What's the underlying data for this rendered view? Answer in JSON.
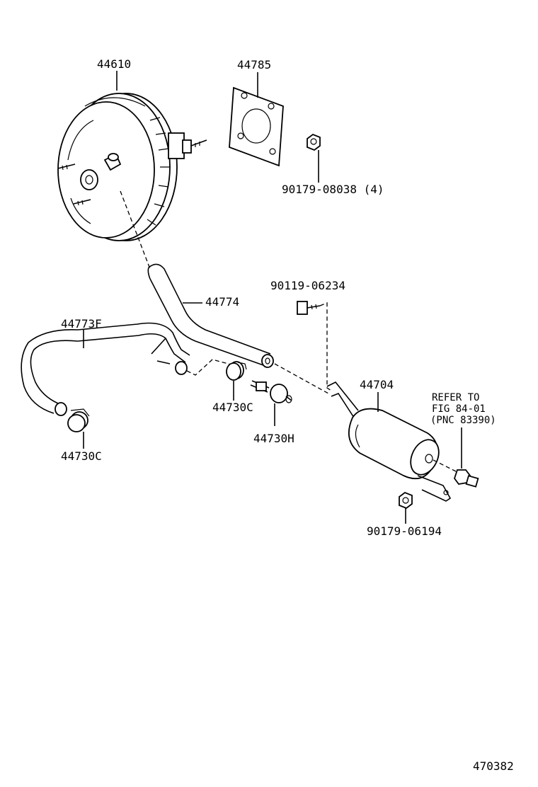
{
  "labels": {
    "booster": "44610",
    "gasket": "44785",
    "nut_booster": "90179-08038 (4)",
    "bolt": "90119-06234",
    "hose_upper": "44774",
    "hose_lower": "44773F",
    "clamp_mid": "44730C",
    "check_valve": "44730H",
    "clamp_left": "44730C",
    "tank": "44704",
    "refer_1": "REFER TO",
    "refer_2": "FIG 84-01",
    "refer_3": "(PNC 83390)",
    "nut_tank": "90179-06194",
    "figure_number": "470382"
  }
}
